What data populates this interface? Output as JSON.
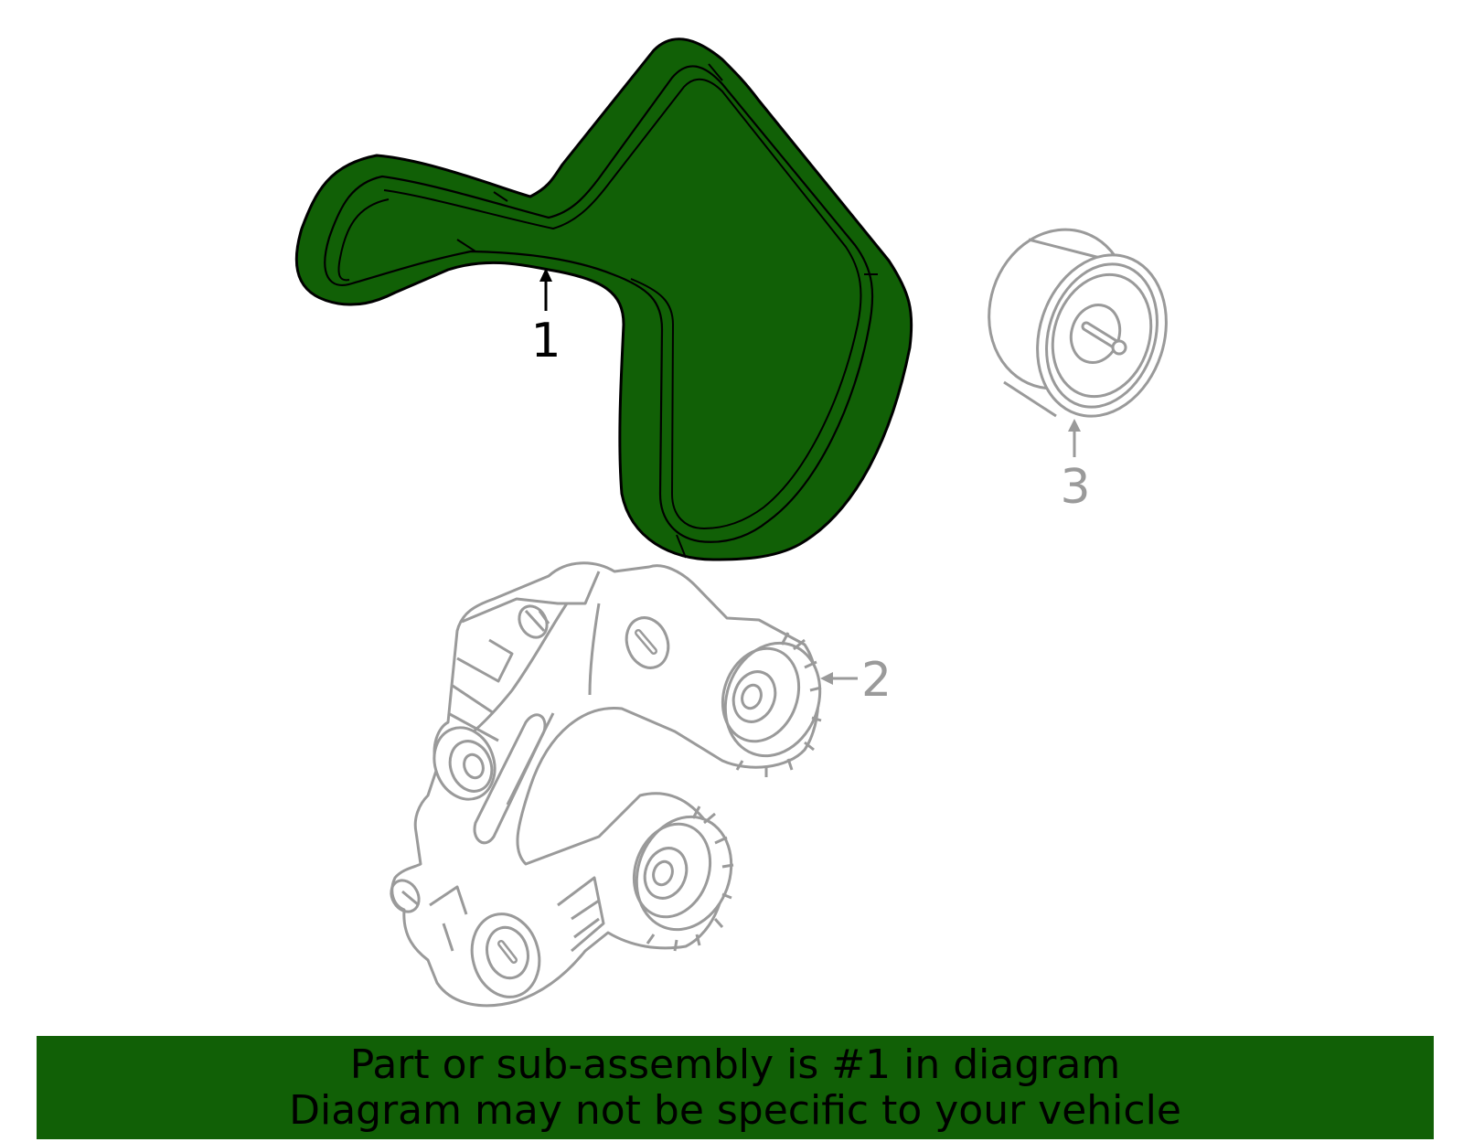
{
  "diagram": {
    "highlight_color": "#116006",
    "muted_color": "#9a9a9a",
    "outline_color": "#000000",
    "callouts": [
      {
        "id": "1",
        "label": "1",
        "highlighted": true
      },
      {
        "id": "2",
        "label": "2",
        "highlighted": false
      },
      {
        "id": "3",
        "label": "3",
        "highlighted": false
      }
    ],
    "parts": [
      {
        "callout": "1",
        "icon": "serpentine-belt-icon"
      },
      {
        "callout": "2",
        "icon": "belt-tensioner-assembly-icon"
      },
      {
        "callout": "3",
        "icon": "idler-pulley-icon"
      }
    ]
  },
  "banner": {
    "line1": "Part or sub-assembly is #1 in diagram",
    "line2": "Diagram may not be specific to your vehicle",
    "background": "#116006"
  }
}
